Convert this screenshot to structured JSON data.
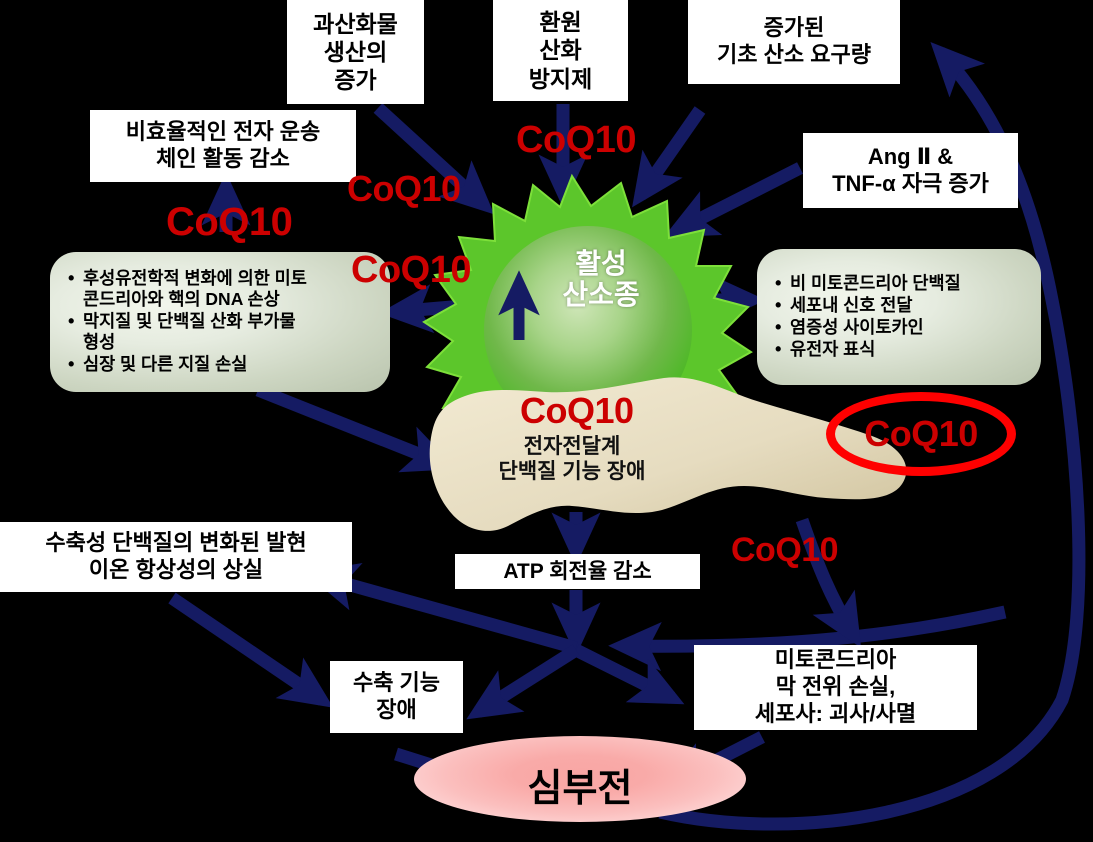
{
  "diagram": {
    "title": "CoQ10 and heart failure pathophysiology diagram",
    "background_color": "#000000",
    "colors": {
      "arrow": "#151b63",
      "coq10_text": "#cc0000",
      "circle_highlight": "#ff0000",
      "ros_sphere": "#5cc62b",
      "blob": "#e6dcc0",
      "heart_failure_oval": "#f9a6a4",
      "box_fill": "#ffffff",
      "panel_fill": "#dfe6d6"
    }
  },
  "boxes": {
    "peroxide_production": "과산화물\n생산의\n증가",
    "redox_antioxidant": "환원\n산화\n방지제",
    "increased_basal_oxygen_demand": "증가된\n기초 산소 요구량",
    "inefficient_electron_transport": "비효율적인 전자 운송\n체인 활동 감소",
    "ang_tnf_stimulation": "Ang Ⅱ &\nTNF-α 자극 증가",
    "atp_turnover_decrease": "ATP 회전율 감소",
    "contractile_protein_expression": "수축성 단백질의 변화된 발현\n이온 항상성의 상실",
    "contractile_dysfunction": "수축 기능\n장애",
    "mitochondrial_membrane_loss": "미토콘드리아\n막 전위 손실,\n세포사: 괴사/사멸"
  },
  "panels": {
    "left": {
      "items": [
        "후성유전학적 변화에 의한 미토\n  콘드리아와 핵의 DNA 손상",
        "막지질 및 단백질 산화 부가물\n  형성",
        "심장 및 다른 지질 손실"
      ]
    },
    "right": {
      "items": [
        "비 미토콘드리아 단백질",
        "세포내 신호 전달",
        "염증성 사이토카인",
        "유전자 표식"
      ]
    }
  },
  "nodes": {
    "ros": "활성\n산소종",
    "etc_blob": "전자전달계\n단백질 기능 장애",
    "heart_failure": "심부전"
  },
  "coq10_labels": [
    {
      "id": "coq-top-center",
      "text": "CoQ10"
    },
    {
      "id": "coq-upper-left",
      "text": "CoQ10"
    },
    {
      "id": "coq-far-left",
      "text": "CoQ10"
    },
    {
      "id": "coq-mid-left",
      "text": "CoQ10"
    },
    {
      "id": "coq-below-ros",
      "text": "CoQ10"
    },
    {
      "id": "coq-lower-right",
      "text": "CoQ10"
    },
    {
      "id": "coq-circled",
      "text": "CoQ10"
    }
  ]
}
